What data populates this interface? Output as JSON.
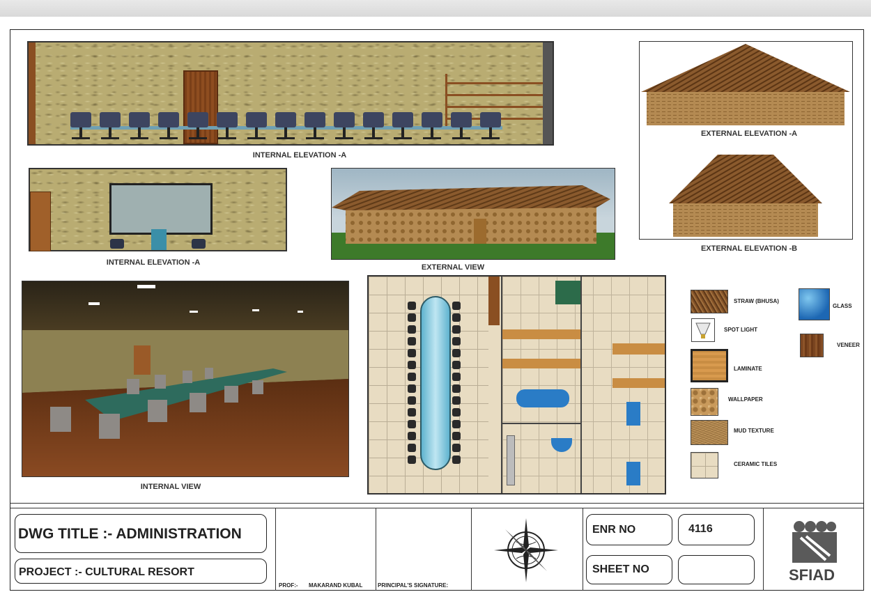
{
  "captions": {
    "internal_elevation_a_top": "INTERNAL ELEVATION -A",
    "internal_elevation_a_left": "INTERNAL ELEVATION -A",
    "external_view": "EXTERNAL VIEW",
    "external_elevation_a": "EXTERNAL ELEVATION -A",
    "external_elevation_b": "EXTERNAL ELEVATION -B",
    "internal_view": "INTERNAL VIEW"
  },
  "legend": [
    {
      "id": "straw",
      "label": "STRAW (BHUSA)"
    },
    {
      "id": "glass",
      "label": "GLASS"
    },
    {
      "id": "spotlight",
      "label": "SPOT LIGHT"
    },
    {
      "id": "veneer",
      "label": "VENEER"
    },
    {
      "id": "laminate",
      "label": "LAMINATE"
    },
    {
      "id": "wallpaper",
      "label": "WALLPAPER"
    },
    {
      "id": "mud",
      "label": "MUD TEXTURE"
    },
    {
      "id": "tiles",
      "label": "CERAMIC TILES"
    }
  ],
  "title_block": {
    "dwg_title": "DWG TITLE :- ADMINISTRATION",
    "project": "PROJECT :-  CULTURAL RESORT",
    "prof_label": "PROF:-",
    "prof_name": "MAKARAND KUBAL",
    "principal_signature": "PRINCIPAL'S SIGNATURE:",
    "enr_label": "ENR NO",
    "enr_value": "4116",
    "sheet_label": "SHEET NO",
    "sheet_value": "",
    "logo_text": "SFIAD"
  },
  "colors": {
    "stone": "#b9ac72",
    "straw": "#8a5a2d",
    "glass": "#2a7cc6",
    "grass": "#3d7a2a",
    "floor_wood": "#6b3618"
  },
  "icons": [
    "compass-rose-icon",
    "spot-light-icon",
    "sfiad-logo"
  ]
}
